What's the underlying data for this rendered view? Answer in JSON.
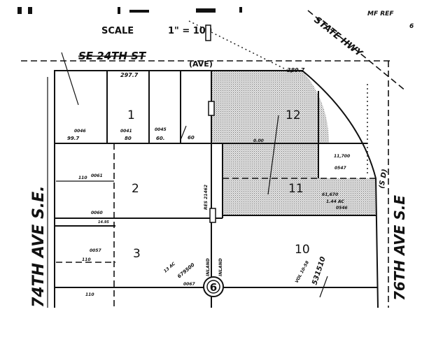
{
  "header": {
    "scale_label": "SCALE",
    "scale_value": "1\" = 100",
    "ref": "MF REF",
    "ref_num": "6"
  },
  "streets": {
    "top": "SE 24TH ST",
    "top_alt": "(AVE)",
    "left": "74TH AVE S.E.",
    "right": "76TH AVE S.E",
    "right_note": "(S D)",
    "highway": "STATE HWY"
  },
  "dimensions": {
    "top_left": "297.7",
    "top_right": "389.7",
    "shade_mid": "0.00"
  },
  "lots": [
    {
      "number": "1"
    },
    {
      "number": "2"
    },
    {
      "number": "3"
    },
    {
      "number": "10"
    },
    {
      "number": "11"
    },
    {
      "number": "12"
    }
  ],
  "parcels": {
    "p0046": {
      "id": "0046",
      "dim": "99.7"
    },
    "p0041": {
      "id": "0041",
      "dim": "80"
    },
    "p0045": {
      "id": "0045",
      "dim": "60."
    },
    "p60": {
      "dim": "60"
    },
    "p0061": {
      "id": "0061",
      "dim": "110"
    },
    "p0060": {
      "id": "0060",
      "dim": "14.95"
    },
    "p0057": {
      "id": "0057",
      "dim": "110"
    },
    "p0067": {
      "id": "0067",
      "area": "13 AC",
      "sqft": "679500"
    },
    "p0547": {
      "id": "0547",
      "sqft": "11,700"
    },
    "p0546": {
      "id": "0546",
      "sqft": "61,670",
      "area": "1.44 AC"
    },
    "bottom_dim": "110",
    "vol": "VOL 10-58",
    "rec": "531510"
  },
  "easements": {
    "left": "RES 21462",
    "left2": "INLAND",
    "right": "INLAND"
  },
  "section_marker": "6",
  "colors": {
    "ink": "#111111",
    "shade": "#c8c8c8",
    "paper": "#ffffff"
  }
}
